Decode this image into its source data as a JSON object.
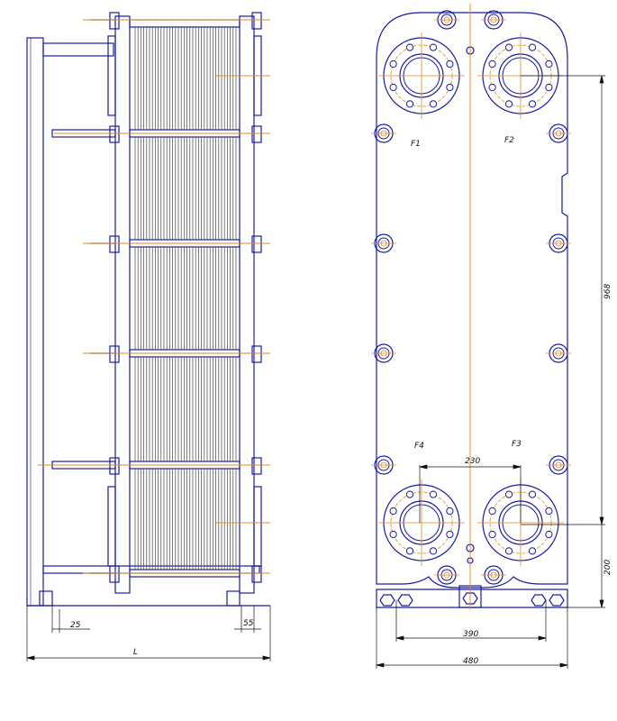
{
  "drawing": {
    "side_view": {
      "dims": {
        "left_offset": "25",
        "right_offset": "55",
        "overall_length": "L"
      }
    },
    "front_view": {
      "port_labels": {
        "top_left": "F1",
        "top_right": "F2",
        "bottom_left": "F4",
        "bottom_right": "F3"
      },
      "dims": {
        "port_spacing_horizontal": "230",
        "port_spacing_vertical": "968",
        "port_height_from_base": "200",
        "foot_spacing": "390",
        "overall_width": "480"
      }
    },
    "colors": {
      "outline": "#1a1aa6",
      "centerline": "#e08a1e",
      "dimension": "#111111",
      "plates": "#444444"
    }
  }
}
